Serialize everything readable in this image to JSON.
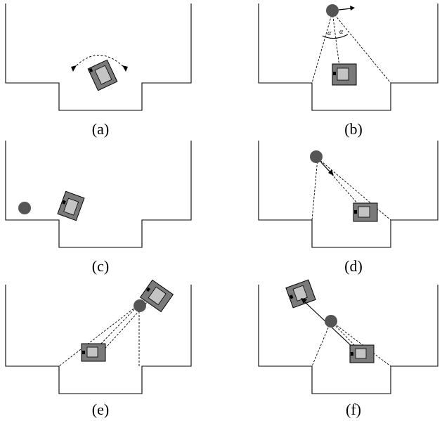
{
  "panels": [
    {
      "id": "a",
      "caption": "(a)"
    },
    {
      "id": "b",
      "caption": "(b)",
      "angle_label_left": "α",
      "angle_label_right": "α"
    },
    {
      "id": "c",
      "caption": "(c)"
    },
    {
      "id": "d",
      "caption": "(d)"
    },
    {
      "id": "e",
      "caption": "(e)"
    },
    {
      "id": "f",
      "caption": "(f)"
    }
  ],
  "colors": {
    "robot_body": "#7a7a7a",
    "robot_inner": "#c4c4c4",
    "ball": "#555555",
    "lines": "#000000"
  }
}
